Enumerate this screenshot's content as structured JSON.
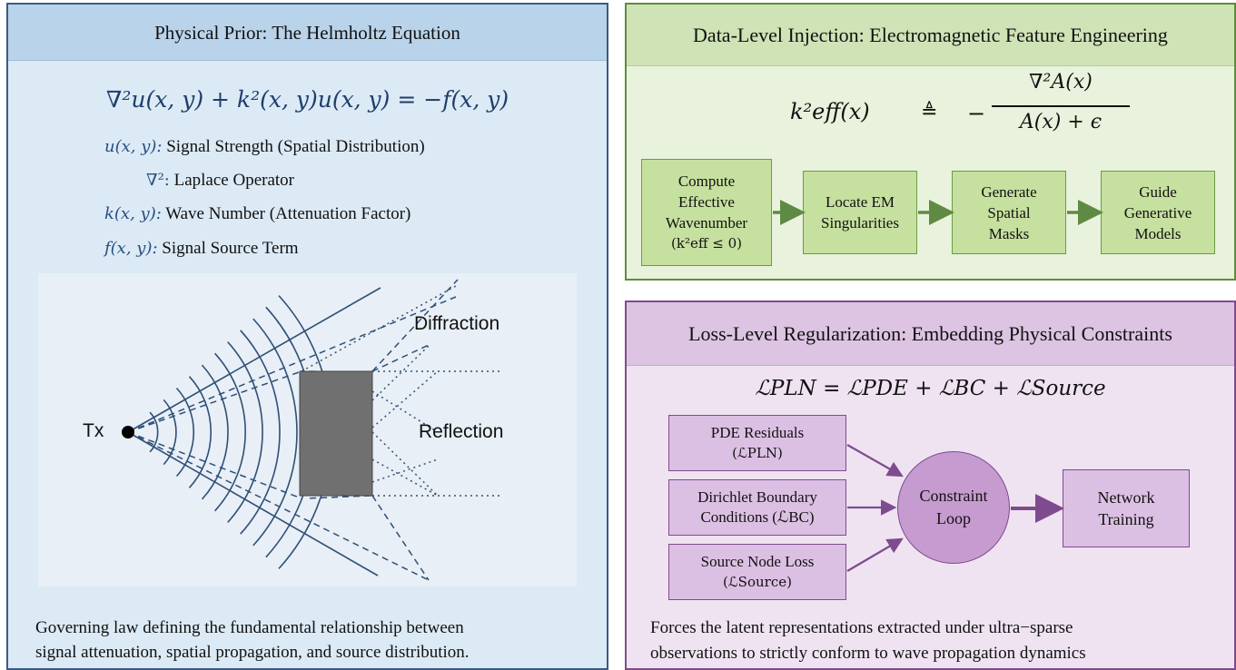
{
  "left_panel": {
    "title": "Physical Prior: The Helmholtz Equation",
    "equation": "∇²u(x, y) + k²(x, y)u(x, y) = −f(x, y)",
    "definitions": [
      {
        "symbol": "u(x, y):",
        "text": "Signal Strength (Spatial Distribution)"
      },
      {
        "symbol": "∇²:",
        "text": "Laplace Operator"
      },
      {
        "symbol": "k(x, y):",
        "text": "Wave Number (Attenuation Factor)"
      },
      {
        "symbol": "f(x, y):",
        "text": "Signal Source Term"
      }
    ],
    "diagram": {
      "tx_label": "Tx",
      "diffraction_label": "Diffraction",
      "reflection_label": "Reflection"
    },
    "caption_line1": "Governing law defining the fundamental relationship between",
    "caption_line2": "signal attenuation, spatial propagation, and source distribution."
  },
  "top_right_panel": {
    "title": "Data-Level Injection: Electromagnetic Feature Engineering",
    "equation_lhs": "k²eff(x)",
    "equation_op": "≜",
    "equation_numerator": "∇²A(x)",
    "equation_denominator": "A(x) + ϵ",
    "steps": [
      {
        "line1": "Compute",
        "line2": "Effective",
        "line3": "Wavenumber",
        "line4": "(k²eff ≤ 0)"
      },
      {
        "line1": "Locate EM",
        "line2": "Singularities"
      },
      {
        "line1": "Generate",
        "line2": "Spatial",
        "line3": "Masks"
      },
      {
        "line1": "Guide",
        "line2": "Generative",
        "line3": "Models"
      }
    ]
  },
  "bottom_right_panel": {
    "title": "Loss-Level Regularization: Embedding Physical Constraints",
    "equation": "ℒPLN = ℒPDE + ℒBC + ℒSource",
    "inputs": [
      {
        "line1": "PDE Residuals",
        "line2": "(ℒPLN)"
      },
      {
        "line1": "Dirichlet Boundary",
        "line2": "Conditions (ℒBC)"
      },
      {
        "line1": "Source Node Loss",
        "line2": "(ℒSource)"
      }
    ],
    "loop_line1": "Constraint",
    "loop_line2": "Loop",
    "output_line1": "Network",
    "output_line2": "Training",
    "caption_line1": "Forces the latent representations extracted under ultra−sparse",
    "caption_line2": "observations to strictly conform to wave propagation dynamics"
  },
  "colors": {
    "blue_border": "#3b5b86",
    "green_border": "#5d8d3a",
    "purple_border": "#7e4b8e",
    "wave_line": "#2f4f77"
  }
}
